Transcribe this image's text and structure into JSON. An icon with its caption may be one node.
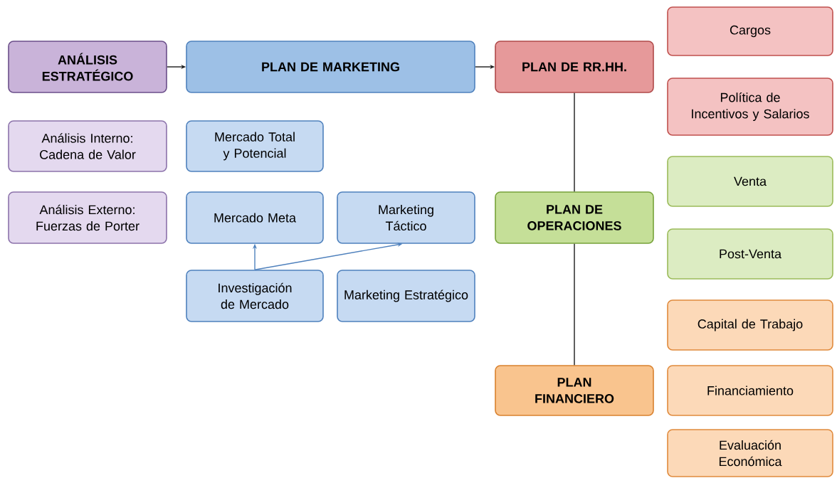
{
  "diagram": {
    "nodes": [
      {
        "text": [
          "ANÁLISIS ESTRATÉGICO"
        ]
      },
      {
        "text": [
          "PLAN DE MARKETING"
        ]
      },
      {
        "text": [
          "PLAN DE RR.HH."
        ]
      },
      {
        "text": [
          "Análisis Interno: Cadena de Valor"
        ]
      },
      {
        "text": [
          "Mercado Total y Potencial"
        ]
      },
      {
        "text": [
          "Análisis Externo: Fuerzas de Porter"
        ]
      },
      {
        "text": [
          "Mercado Meta"
        ]
      },
      {
        "text": [
          "Marketing Táctico"
        ]
      },
      {
        "text": [
          "Investigación de Mercado"
        ]
      },
      {
        "text": [
          "Marketing Estratégico"
        ]
      },
      {
        "text": [
          "PLAN DE OPERACIONES"
        ]
      },
      {
        "text": [
          "PLAN FINANCIERO"
        ]
      },
      {
        "text": [
          "Cargos"
        ]
      },
      {
        "text": [
          "Política de Incentivos y Salarios"
        ]
      },
      {
        "text": [
          "Venta"
        ]
      },
      {
        "text": [
          "Post-Venta"
        ]
      },
      {
        "text": [
          "Capital de Trabajo"
        ]
      },
      {
        "text": [
          "Financiamiento"
        ]
      },
      {
        "text": [
          "Evaluación Económica"
        ]
      }
    ],
    "edges": [
      {
        "from": 0,
        "to": 1,
        "arrow": "to"
      },
      {
        "from": 1,
        "to": 2,
        "arrow": "to"
      },
      {
        "from": 2,
        "to": 10,
        "arrow": "none"
      },
      {
        "from": 10,
        "to": 11,
        "arrow": "none"
      },
      {
        "from": 8,
        "to": 6,
        "arrow": "to",
        "color": "#4f81bd"
      },
      {
        "from": 8,
        "to": 7,
        "arrow": "to",
        "color": "#4f81bd"
      }
    ]
  }
}
